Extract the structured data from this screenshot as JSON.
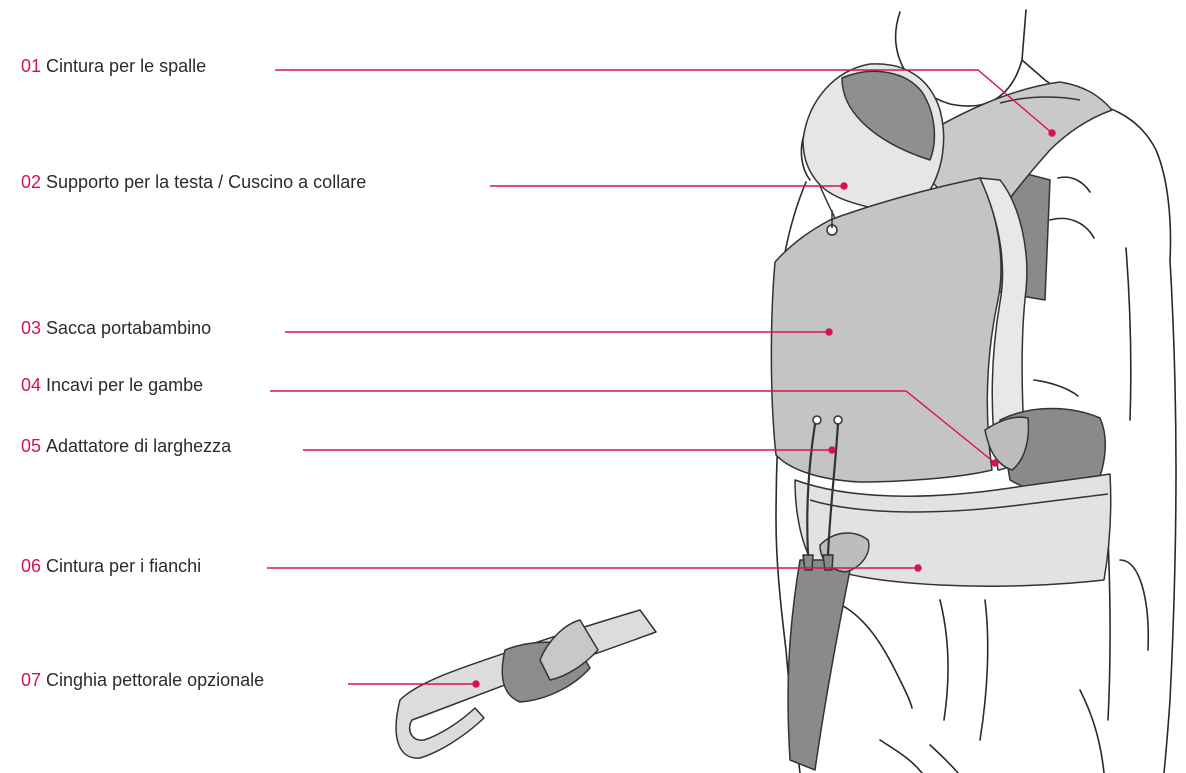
{
  "accent_color": "#d6125d",
  "labels": [
    {
      "num": "01",
      "text": "Cintura per le spalle"
    },
    {
      "num": "02",
      "text": "Supporto per la testa / Cuscino a collare"
    },
    {
      "num": "03",
      "text": "Sacca portabambino"
    },
    {
      "num": "04",
      "text": "Incavi per le gambe"
    },
    {
      "num": "05",
      "text": "Adattatore di larghezza"
    },
    {
      "num": "06",
      "text": "Cintura per i fianchi"
    },
    {
      "num": "07",
      "text": "Cinghia pettorale opzionale"
    }
  ]
}
